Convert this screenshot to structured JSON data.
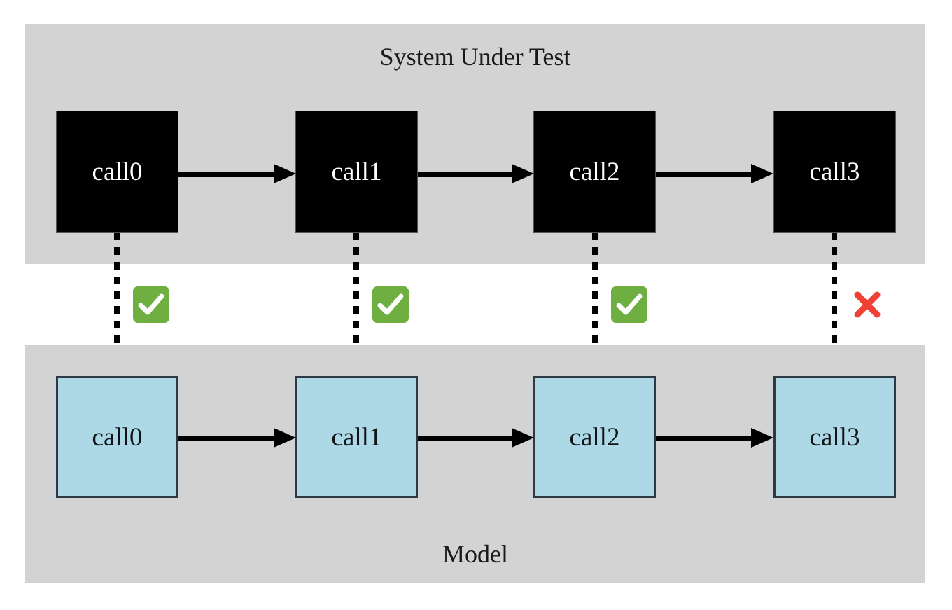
{
  "diagram": {
    "title_top": "System Under Test",
    "title_bottom": "Model",
    "colors": {
      "lane_bg": "#d3d3d3",
      "sut_node_fill": "#000000",
      "sut_node_text": "#ffffff",
      "model_node_fill": "#add8e6",
      "model_node_border": "#2d3a43",
      "model_node_text": "#101418",
      "pass_green": "#6fae40",
      "fail_red": "#ef4136",
      "arrow": "#000000",
      "page_bg": "#ffffff"
    },
    "sut_nodes": [
      {
        "label": "call0"
      },
      {
        "label": "call1"
      },
      {
        "label": "call2"
      },
      {
        "label": "call3"
      }
    ],
    "model_nodes": [
      {
        "label": "call0"
      },
      {
        "label": "call1"
      },
      {
        "label": "call2"
      },
      {
        "label": "call3"
      }
    ],
    "sut_transitions": [
      {
        "from": "call0",
        "to": "call1"
      },
      {
        "from": "call1",
        "to": "call2"
      },
      {
        "from": "call2",
        "to": "call3"
      }
    ],
    "model_transitions": [
      {
        "from": "call0",
        "to": "call1"
      },
      {
        "from": "call1",
        "to": "call2"
      },
      {
        "from": "call2",
        "to": "call3"
      }
    ],
    "comparisons": [
      {
        "step": "call0",
        "result": "pass",
        "icon": "check-mark-button-icon"
      },
      {
        "step": "call1",
        "result": "pass",
        "icon": "check-mark-button-icon"
      },
      {
        "step": "call2",
        "result": "pass",
        "icon": "check-mark-button-icon"
      },
      {
        "step": "call3",
        "result": "fail",
        "icon": "cross-mark-icon"
      }
    ]
  }
}
